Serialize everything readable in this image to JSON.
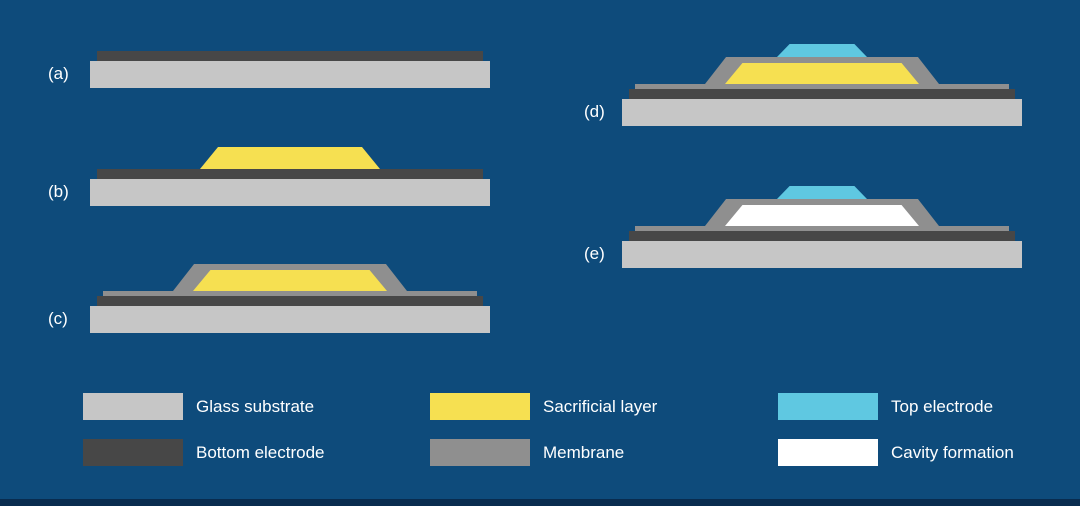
{
  "colors": {
    "background": "#0E4B7B",
    "footer-strip": "#092C4F",
    "glass-substrate": "#C6C6C6",
    "bottom-electrode": "#474747",
    "sacrificial-layer": "#F6E051",
    "membrane": "#8F8F8F",
    "top-electrode": "#5FC8E1",
    "cavity": "#FFFFFF",
    "text": "#FFFFFF"
  },
  "steps": {
    "a": {
      "label": "(a)"
    },
    "b": {
      "label": "(b)"
    },
    "c": {
      "label": "(c)"
    },
    "d": {
      "label": "(d)"
    },
    "e": {
      "label": "(e)"
    }
  },
  "legend": {
    "items": [
      {
        "name": "glass-substrate",
        "label": "Glass substrate"
      },
      {
        "name": "bottom-electrode",
        "label": "Bottom electrode"
      },
      {
        "name": "sacrificial-layer",
        "label": "Sacrificial layer"
      },
      {
        "name": "membrane",
        "label": "Membrane"
      },
      {
        "name": "top-electrode",
        "label": "Top electrode"
      },
      {
        "name": "cavity-formation",
        "label": "Cavity formation"
      }
    ]
  }
}
